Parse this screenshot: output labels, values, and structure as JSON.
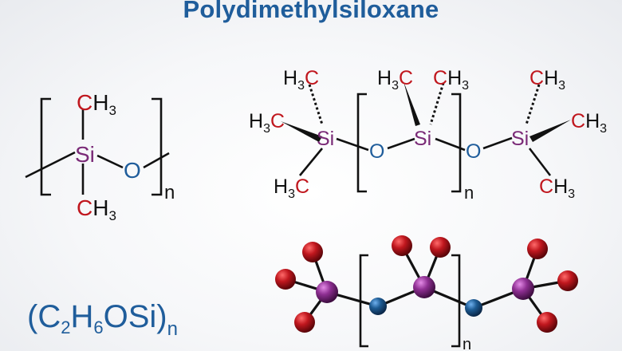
{
  "title": "Polydimethylsiloxane",
  "atoms": {
    "carbon": "C",
    "hydrogen": "H",
    "silicon": "Si",
    "oxygen": "O",
    "h3_subscript": "3"
  },
  "repeat_label": "n",
  "formula": {
    "c": "C",
    "c_count": "2",
    "h": "H",
    "h_count": "6",
    "rest": "OSi",
    "repeat": "n"
  },
  "colors": {
    "title": "#1f5d9b",
    "carbon": "#c0171e",
    "silicon": "#7a2a77",
    "oxygen": "#1f5d9b",
    "ball_carbon": "#b3161c",
    "ball_silicon": "#8e2f92",
    "ball_oxygen": "#1d5b93",
    "bond": "#111111"
  }
}
